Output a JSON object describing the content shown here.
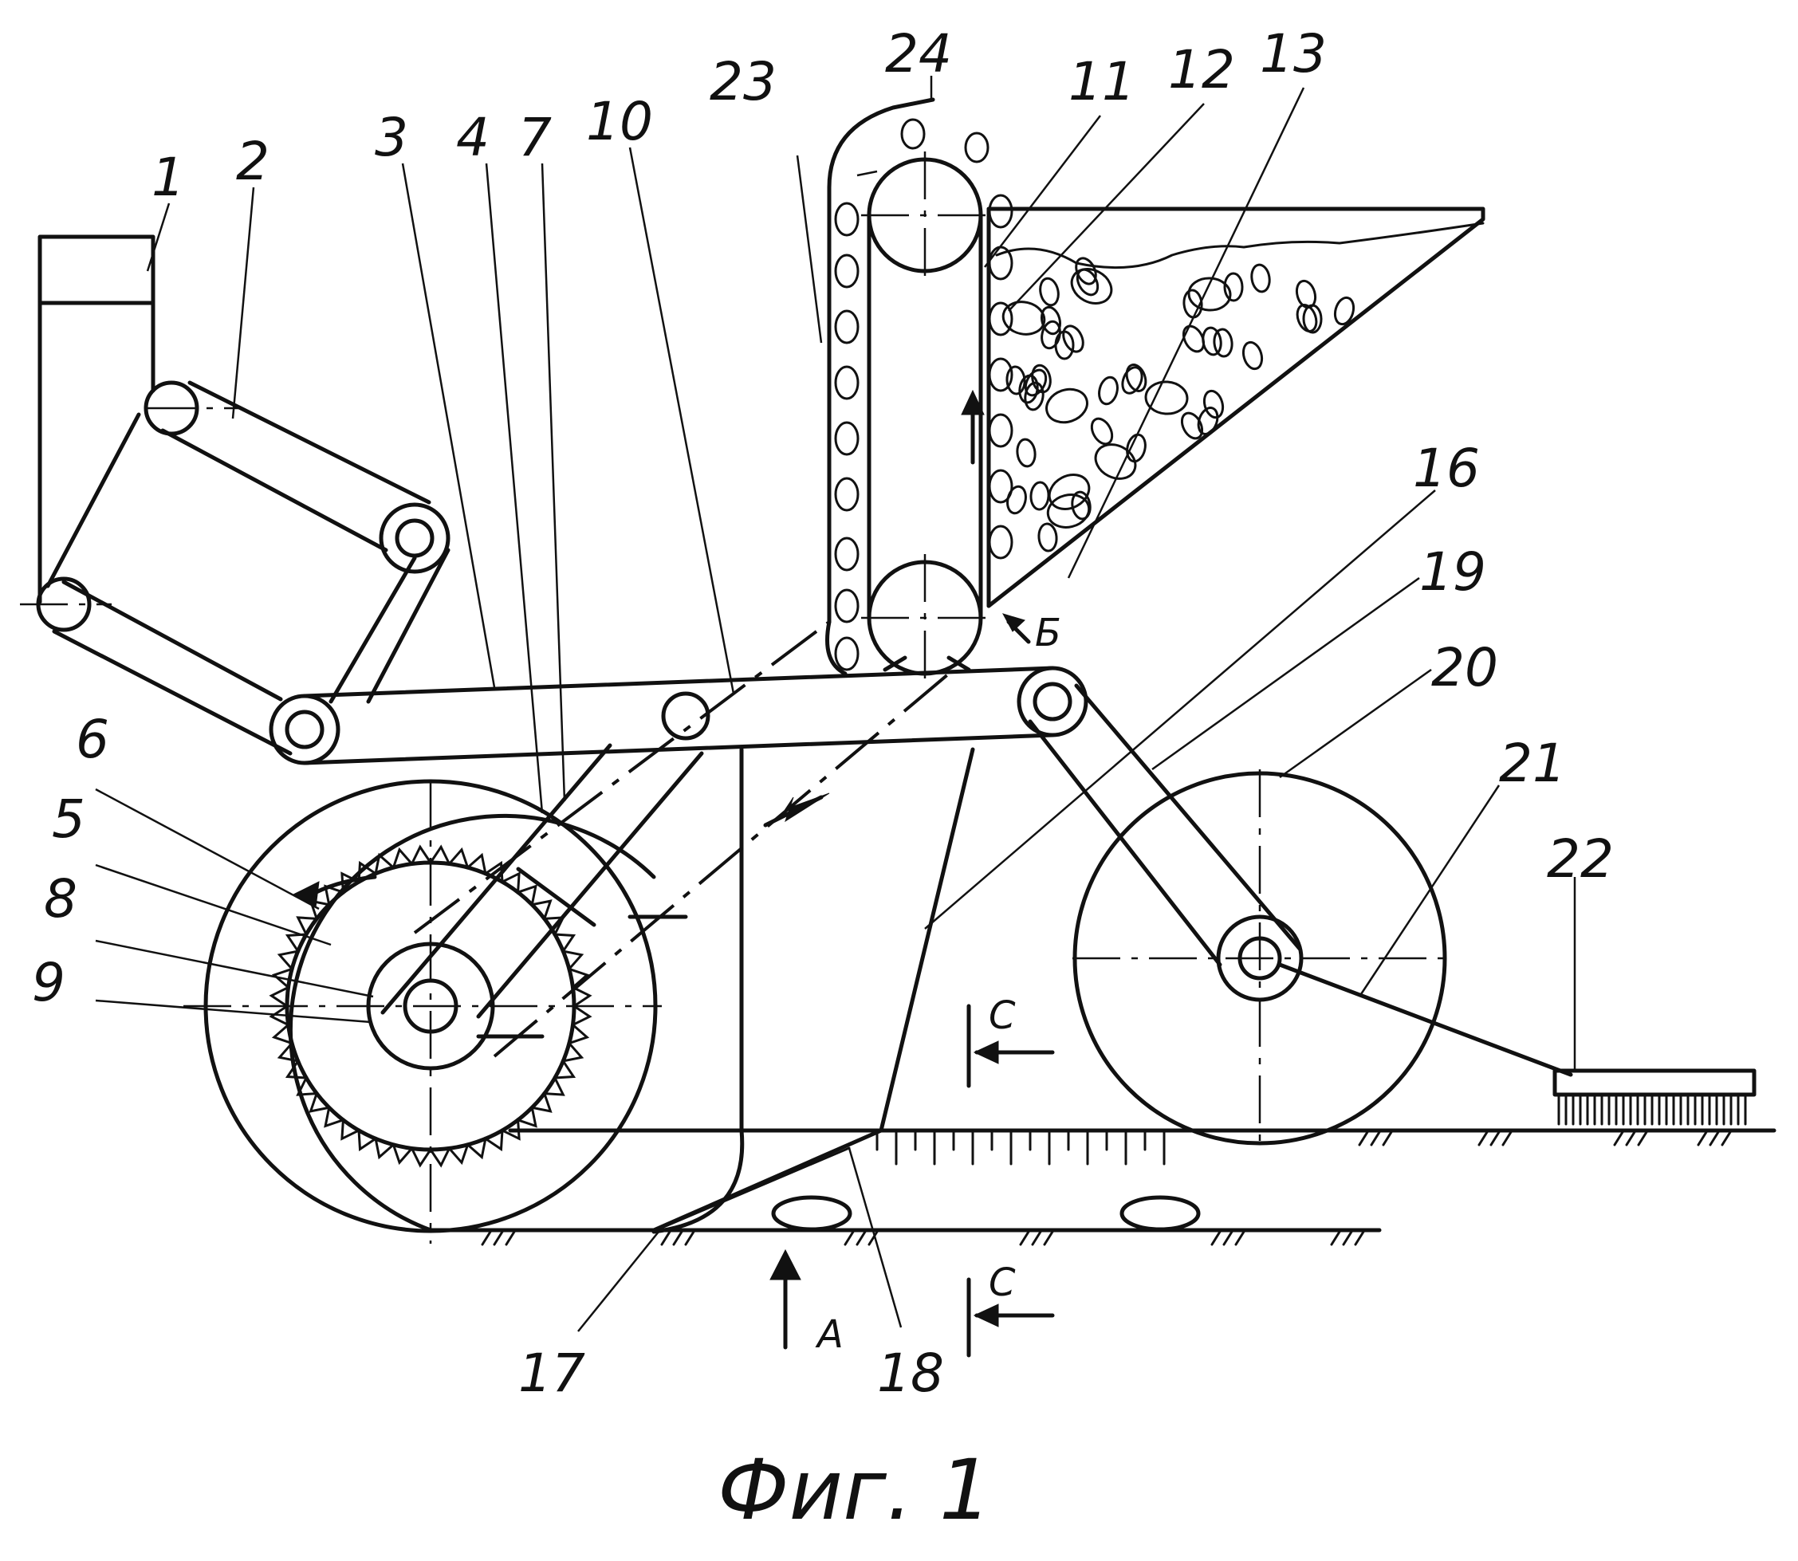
{
  "caption": "Фиг. 1",
  "view_marks": {
    "a": "А",
    "b": "Б",
    "c_top": "С",
    "c_bottom": "С"
  },
  "parts": [
    {
      "id": "p1",
      "number": "1"
    },
    {
      "id": "p2",
      "number": "2"
    },
    {
      "id": "p3",
      "number": "3"
    },
    {
      "id": "p4",
      "number": "4"
    },
    {
      "id": "p5",
      "number": "5"
    },
    {
      "id": "p6",
      "number": "6"
    },
    {
      "id": "p7",
      "number": "7"
    },
    {
      "id": "p8",
      "number": "8"
    },
    {
      "id": "p9",
      "number": "9"
    },
    {
      "id": "p10",
      "number": "10"
    },
    {
      "id": "p11",
      "number": "11"
    },
    {
      "id": "p12",
      "number": "12"
    },
    {
      "id": "p13",
      "number": "13"
    },
    {
      "id": "p16",
      "number": "16"
    },
    {
      "id": "p17",
      "number": "17"
    },
    {
      "id": "p18",
      "number": "18"
    },
    {
      "id": "p19",
      "number": "19"
    },
    {
      "id": "p20",
      "number": "20"
    },
    {
      "id": "p21",
      "number": "21"
    },
    {
      "id": "p22",
      "number": "22"
    },
    {
      "id": "p23",
      "number": "23"
    },
    {
      "id": "p24",
      "number": "24"
    }
  ]
}
